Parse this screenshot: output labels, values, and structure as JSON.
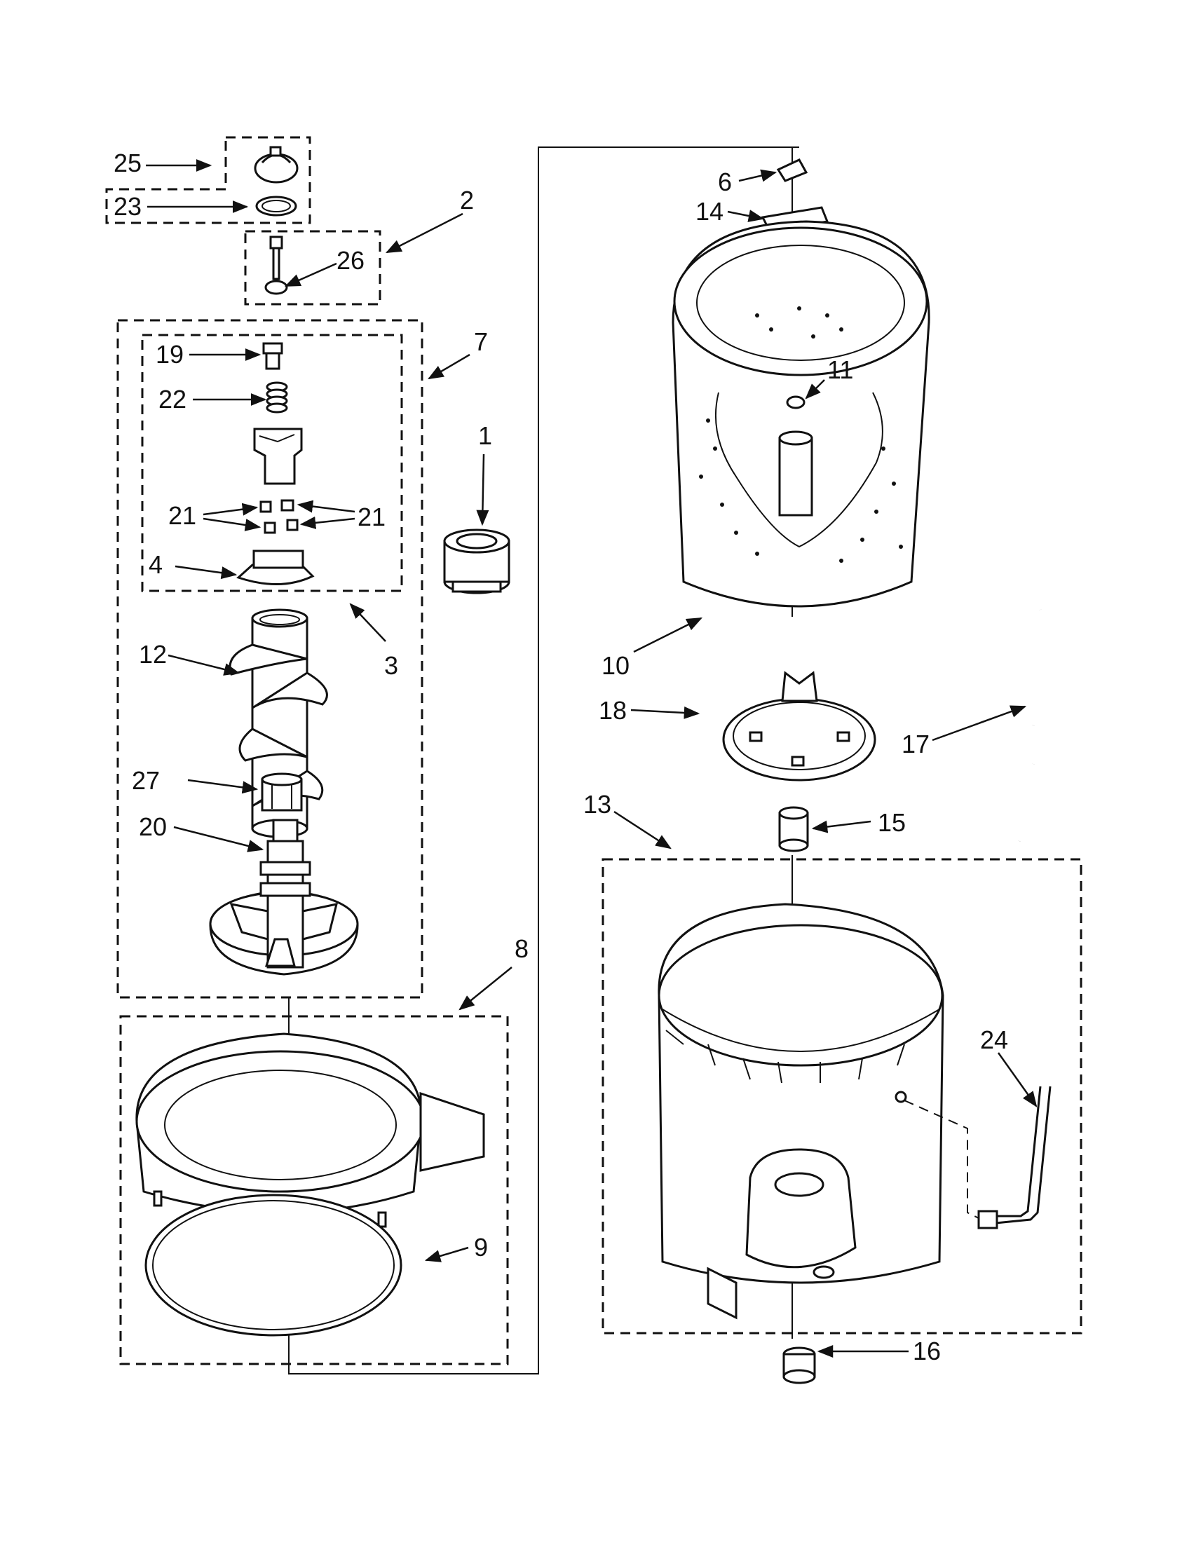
{
  "diagram": {
    "labels": [
      {
        "id": "25",
        "text": "25"
      },
      {
        "id": "23",
        "text": "23"
      },
      {
        "id": "2",
        "text": "2"
      },
      {
        "id": "26",
        "text": "26"
      },
      {
        "id": "7",
        "text": "7"
      },
      {
        "id": "19",
        "text": "19"
      },
      {
        "id": "22",
        "text": "22"
      },
      {
        "id": "21a",
        "text": "21"
      },
      {
        "id": "21b",
        "text": "21"
      },
      {
        "id": "4",
        "text": "4"
      },
      {
        "id": "1",
        "text": "1"
      },
      {
        "id": "3",
        "text": "3"
      },
      {
        "id": "12",
        "text": "12"
      },
      {
        "id": "27",
        "text": "27"
      },
      {
        "id": "20",
        "text": "20"
      },
      {
        "id": "8",
        "text": "8"
      },
      {
        "id": "9",
        "text": "9"
      },
      {
        "id": "6",
        "text": "6"
      },
      {
        "id": "14",
        "text": "14"
      },
      {
        "id": "11",
        "text": "11"
      },
      {
        "id": "10",
        "text": "10"
      },
      {
        "id": "18",
        "text": "18"
      },
      {
        "id": "17",
        "text": "17"
      },
      {
        "id": "13",
        "text": "13"
      },
      {
        "id": "15",
        "text": "15"
      },
      {
        "id": "24",
        "text": "24"
      },
      {
        "id": "16",
        "text": "16"
      }
    ]
  }
}
